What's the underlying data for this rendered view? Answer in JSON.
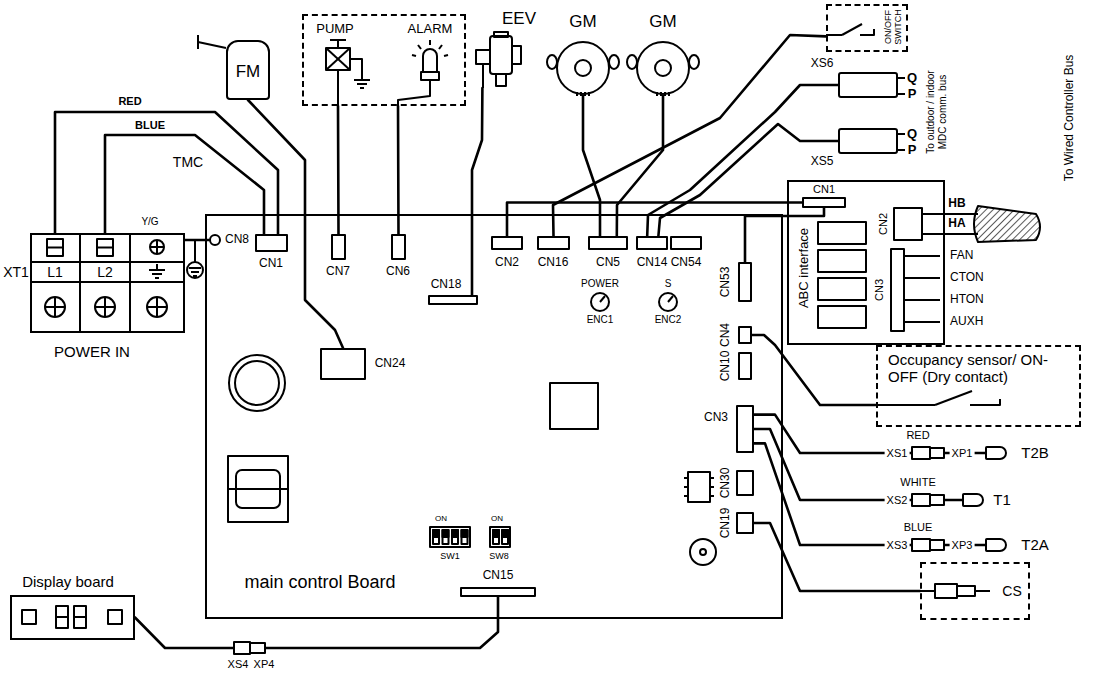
{
  "diagram": {
    "nodes": [
      {
        "text": [
          "FM"
        ]
      },
      {
        "text": [
          "PUMP",
          "ALARM"
        ]
      },
      {
        "text": [
          "EEV"
        ]
      },
      {
        "text": [
          "GM"
        ]
      },
      {
        "text": [
          "GM"
        ]
      },
      {
        "text": [
          "ON/OFF SWITCH"
        ]
      },
      {
        "text": [
          "XS6"
        ]
      },
      {
        "text": [
          "XS5"
        ]
      },
      {
        "text": [
          "XT1",
          "L1",
          "L2",
          "POWER IN"
        ]
      },
      {
        "text": [
          "main control Board"
        ]
      },
      {
        "text": [
          "CN8"
        ],
        "in": 9
      },
      {
        "text": [
          "CN1"
        ],
        "in": 9
      },
      {
        "text": [
          "CN7"
        ],
        "in": 9
      },
      {
        "text": [
          "CN6"
        ],
        "in": 9
      },
      {
        "text": [
          "CN18"
        ],
        "in": 9
      },
      {
        "text": [
          "CN2"
        ],
        "in": 9
      },
      {
        "text": [
          "CN16"
        ],
        "in": 9
      },
      {
        "text": [
          "CN5"
        ],
        "in": 9
      },
      {
        "text": [
          "CN14"
        ],
        "in": 9
      },
      {
        "text": [
          "CN54"
        ],
        "in": 9
      },
      {
        "text": [
          "CN53"
        ],
        "in": 9
      },
      {
        "text": [
          "CN4"
        ],
        "in": 9
      },
      {
        "text": [
          "CN10"
        ],
        "in": 9
      },
      {
        "text": [
          "CN3"
        ],
        "in": 9
      },
      {
        "text": [
          "CN30"
        ],
        "in": 9
      },
      {
        "text": [
          "CN19"
        ],
        "in": 9
      },
      {
        "text": [
          "CN24"
        ],
        "in": 9
      },
      {
        "text": [
          "CN15"
        ],
        "in": 9
      },
      {
        "text": [
          "ABC interface"
        ]
      },
      {
        "text": [
          "CN1"
        ],
        "in": 28
      },
      {
        "text": [
          "CN2"
        ],
        "in": 28
      },
      {
        "text": [
          "CN3"
        ],
        "in": 28
      },
      {
        "text": [
          "Occupancy sensor/ ON-OFF (Dry contact)"
        ]
      },
      {
        "text": [
          "T2B"
        ]
      },
      {
        "text": [
          "T1"
        ]
      },
      {
        "text": [
          "T2A"
        ]
      },
      {
        "text": [
          "CS"
        ]
      },
      {
        "text": [
          "Display board"
        ]
      }
    ],
    "edges": [
      {
        "from": 8,
        "to": 11,
        "label": "RED",
        "arrow": "none"
      },
      {
        "from": 8,
        "to": 11,
        "label": "BLUE",
        "arrow": "none"
      },
      {
        "from": 8,
        "to": 10,
        "label": "Y/G",
        "arrow": "none"
      },
      {
        "from": 0,
        "to": 26,
        "arrow": "none"
      },
      {
        "from": 1,
        "to": 12,
        "arrow": "none"
      },
      {
        "from": 1,
        "to": 13,
        "arrow": "none"
      },
      {
        "from": 2,
        "to": 14,
        "arrow": "none"
      },
      {
        "from": 3,
        "to": 17,
        "arrow": "none"
      },
      {
        "from": 4,
        "to": 17,
        "arrow": "none"
      },
      {
        "from": 5,
        "to": 16,
        "arrow": "none"
      },
      {
        "from": 15,
        "to": 29,
        "arrow": "none"
      },
      {
        "from": 20,
        "to": 29,
        "arrow": "none"
      },
      {
        "from": 6,
        "to": 18,
        "arrow": "none"
      },
      {
        "from": 7,
        "to": 18,
        "arrow": "none"
      },
      {
        "from": 37,
        "to": 27,
        "arrow": "none"
      },
      {
        "from": 32,
        "to": 21,
        "arrow": "none"
      },
      {
        "from": 33,
        "to": 23,
        "label": "RED",
        "arrow": "none"
      },
      {
        "from": 34,
        "to": 23,
        "label": "WHITE",
        "arrow": "none"
      },
      {
        "from": 35,
        "to": 23,
        "label": "BLUE",
        "arrow": "none"
      },
      {
        "from": 36,
        "to": 25,
        "arrow": "none"
      }
    ],
    "labels": [
      "TMC",
      "POWER",
      "S",
      "ENC1",
      "ENC2",
      "ON",
      "ON",
      "SW1",
      "SW8",
      "Q",
      "P",
      "Q",
      "P",
      "To outdoor / indoor MDC comm. bus",
      "To Wired Controller Bus",
      "HB",
      "HA",
      "FAN",
      "CTON",
      "HTON",
      "AUXH",
      "XS1",
      "XP1",
      "XS2",
      "XS3",
      "XP3",
      "XS4",
      "XP4"
    ]
  }
}
